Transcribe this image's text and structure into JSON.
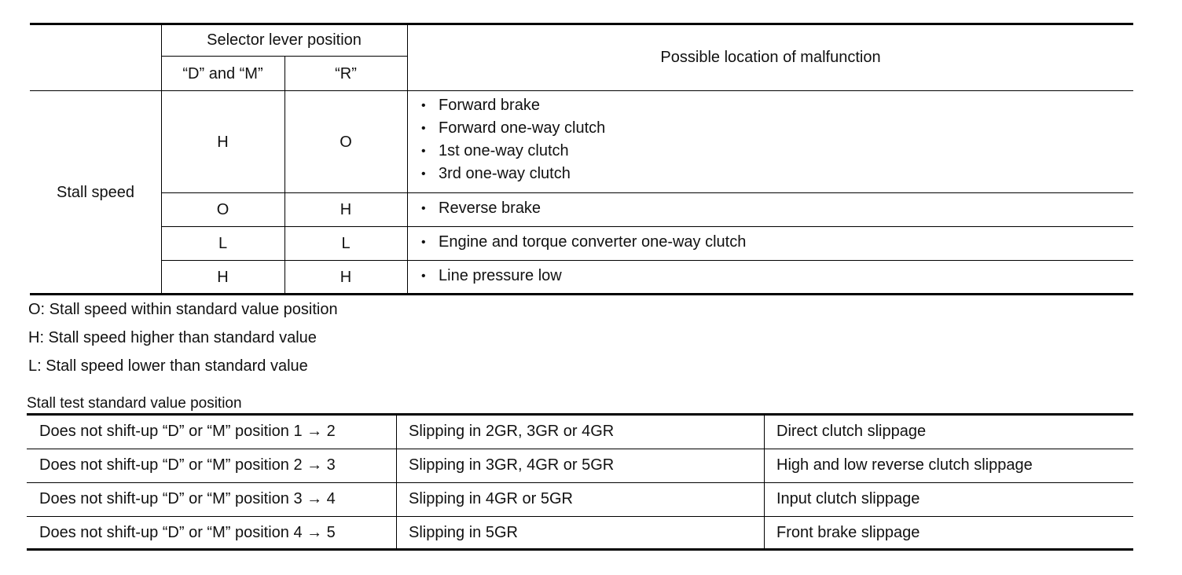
{
  "table1": {
    "header": {
      "group": "Selector lever position",
      "col_dm": "“D” and “M”",
      "col_r": "“R”",
      "col_malfunction": "Possible location of malfunction"
    },
    "row_label": "Stall speed",
    "rows": [
      {
        "dm": "H",
        "r": "O",
        "items": [
          "Forward brake",
          "Forward one-way clutch",
          "1st one-way clutch",
          "3rd one-way clutch"
        ]
      },
      {
        "dm": "O",
        "r": "H",
        "items": [
          "Reverse brake"
        ]
      },
      {
        "dm": "L",
        "r": "L",
        "items": [
          "Engine and torque converter one-way clutch"
        ]
      },
      {
        "dm": "H",
        "r": "H",
        "items": [
          "Line pressure low"
        ]
      }
    ]
  },
  "legend": [
    "O: Stall speed within standard value position",
    "H: Stall speed higher than standard value",
    "L: Stall speed lower than standard value"
  ],
  "table2": {
    "title": "Stall test standard value position",
    "rows": [
      [
        "Does not shift-up “D” or “M” position 1 → 2",
        "Slipping in 2GR, 3GR or 4GR",
        "Direct clutch slippage"
      ],
      [
        "Does not shift-up “D” or “M” position 2 → 3",
        "Slipping in 3GR, 4GR or 5GR",
        "High and low reverse clutch slippage"
      ],
      [
        "Does not shift-up “D” or “M” position 3 → 4",
        "Slipping in 4GR or 5GR",
        "Input clutch slippage"
      ],
      [
        "Does not shift-up “D” or “M” position 4 → 5",
        "Slipping in 5GR",
        "Front brake slippage"
      ]
    ]
  }
}
